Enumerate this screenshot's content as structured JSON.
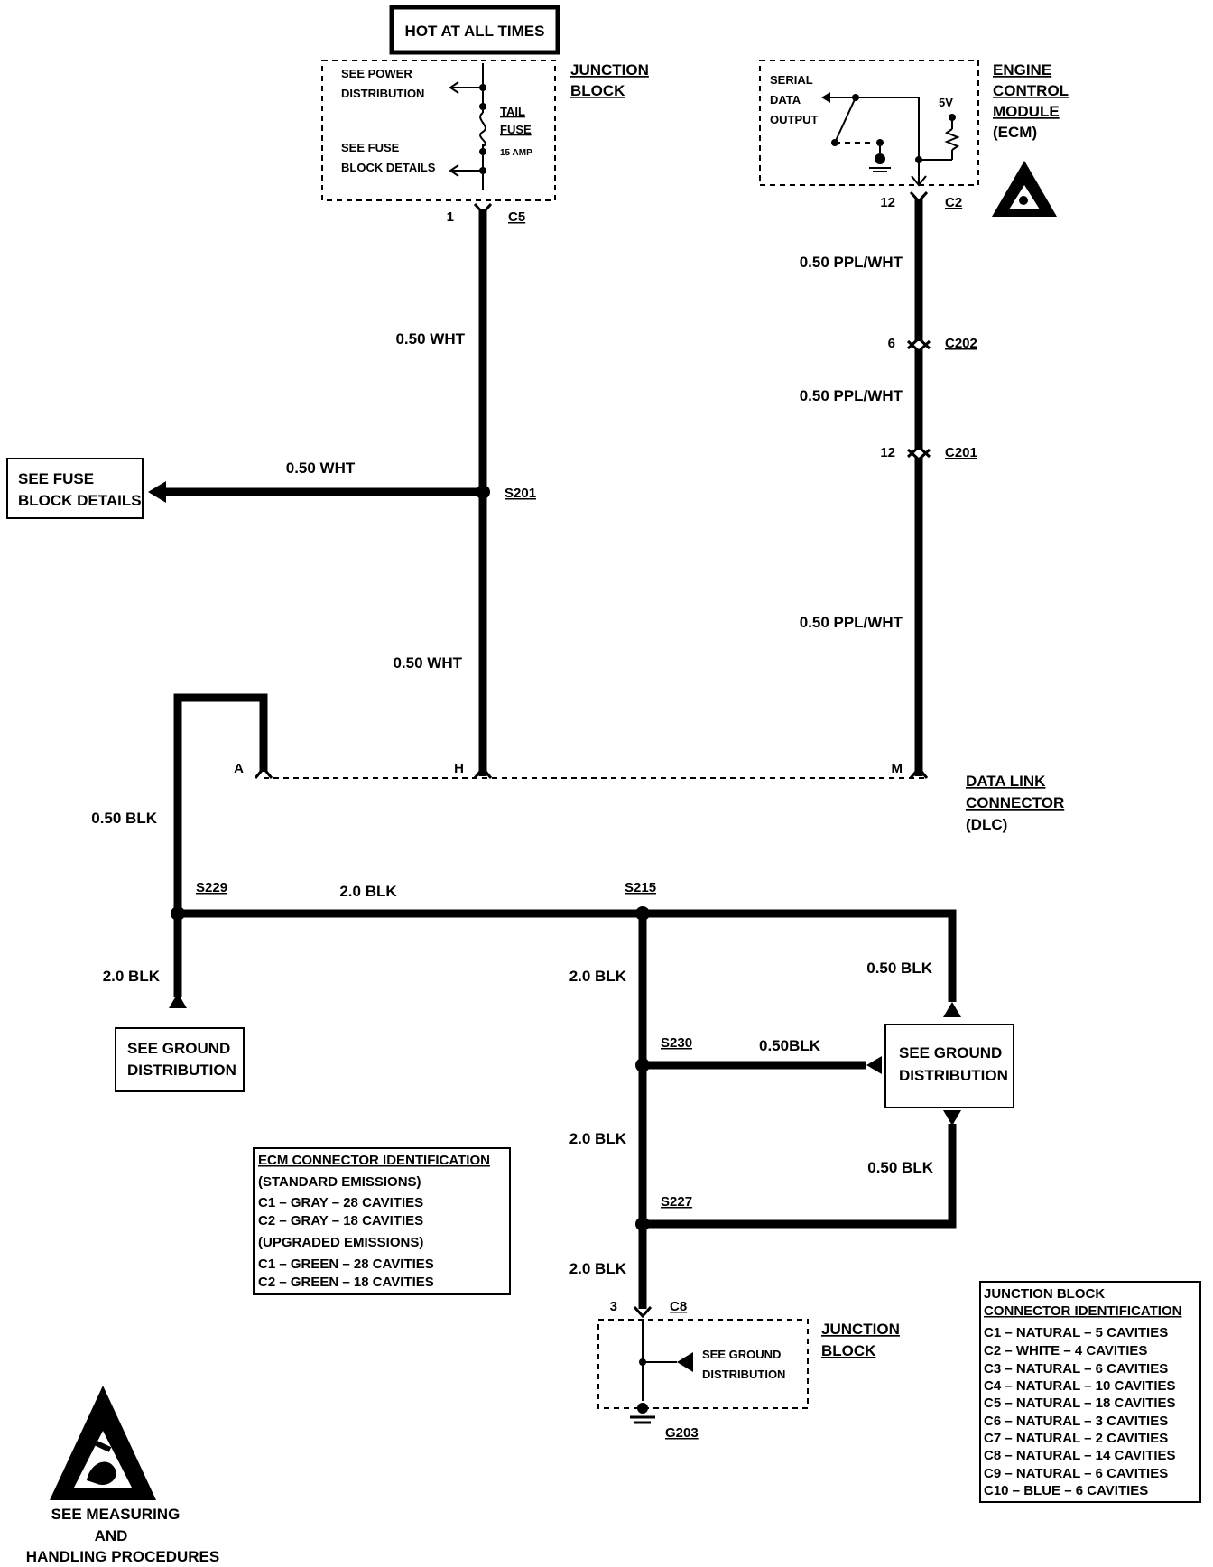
{
  "header": {
    "hot_label": "HOT AT ALL TIMES"
  },
  "junction_block_top": {
    "power_ref": [
      "SEE POWER",
      "DISTRIBUTION"
    ],
    "fuse_ref": [
      "SEE FUSE",
      "BLOCK DETAILS"
    ],
    "fuse_name": [
      "TAIL",
      "FUSE"
    ],
    "fuse_rating": "15 AMP",
    "title": [
      "JUNCTION",
      "BLOCK"
    ],
    "pin": "1",
    "connector": "C5"
  },
  "ecm": {
    "serial_label": [
      "SERIAL",
      "DATA",
      "OUTPUT"
    ],
    "voltage": "5V",
    "title": [
      "ENGINE",
      "CONTROL",
      "MODULE",
      "(ECM)"
    ],
    "pin": "12",
    "connector": "C2"
  },
  "wires": {
    "wht_upper": "0.50 WHT",
    "wht_branch": "0.50 WHT",
    "wht_lower": "0.50 WHT",
    "ppl_1": "0.50 PPL/WHT",
    "ppl_2": "0.50 PPL/WHT",
    "ppl_3": "0.50 PPL/WHT",
    "blk_a": "0.50 BLK",
    "blk_main": "2.0 BLK",
    "blk_left_down": "2.0 BLK",
    "blk_s215_down": "2.0 BLK",
    "blk_right_top": "0.50 BLK",
    "blk_s230": "0.50BLK",
    "blk_s230_down": "2.0 BLK",
    "blk_right_bottom": "0.50 BLK",
    "blk_s227_down": "2.0 BLK"
  },
  "connectors": {
    "c202_pin": "6",
    "c202": "C202",
    "c201_pin": "12",
    "c201": "C201",
    "c8_pin": "3",
    "c8": "C8"
  },
  "splices": {
    "s201": "S201",
    "s229": "S229",
    "s215": "S215",
    "s230": "S230",
    "s227": "S227",
    "g203": "G203"
  },
  "fuse_ref_box": [
    "SEE FUSE",
    "BLOCK DETAILS"
  ],
  "dlc": {
    "pin_a": "A",
    "pin_h": "H",
    "pin_m": "M",
    "title": [
      "DATA LINK",
      "CONNECTOR",
      "(DLC)"
    ]
  },
  "ground_refs": {
    "left": [
      "SEE GROUND",
      "DISTRIBUTION"
    ],
    "right": [
      "SEE GROUND",
      "DISTRIBUTION"
    ],
    "junction": [
      "SEE GROUND",
      "DISTRIBUTION"
    ]
  },
  "junction_block_bottom": {
    "title": [
      "JUNCTION",
      "BLOCK"
    ]
  },
  "ecm_connector_id": {
    "title": "ECM CONNECTOR IDENTIFICATION",
    "lines": [
      "(STANDARD EMISSIONS)",
      "C1 – GRAY – 28 CAVITIES",
      "C2 – GRAY – 18 CAVITIES",
      "(UPGRADED EMISSIONS)",
      "C1 – GREEN – 28 CAVITIES",
      "C2 – GREEN – 18 CAVITIES"
    ]
  },
  "junction_connector_id": {
    "title": [
      "JUNCTION BLOCK",
      "CONNECTOR IDENTIFICATION"
    ],
    "lines": [
      "C1 – NATURAL – 5 CAVITIES",
      "C2 – WHITE – 4 CAVITIES",
      "C3 – NATURAL – 6 CAVITIES",
      "C4 – NATURAL – 10 CAVITIES",
      "C5 – NATURAL – 18 CAVITIES",
      "C6 – NATURAL – 3 CAVITIES",
      "C7 – NATURAL – 2 CAVITIES",
      "C8 – NATURAL – 14 CAVITIES",
      "C9 – NATURAL – 6 CAVITIES",
      "C10 – BLUE – 6 CAVITIES"
    ]
  },
  "esd_notice": [
    "SEE MEASURING",
    "AND",
    "HANDLING PROCEDURES"
  ],
  "esd_icon": "esd-warning-icon"
}
